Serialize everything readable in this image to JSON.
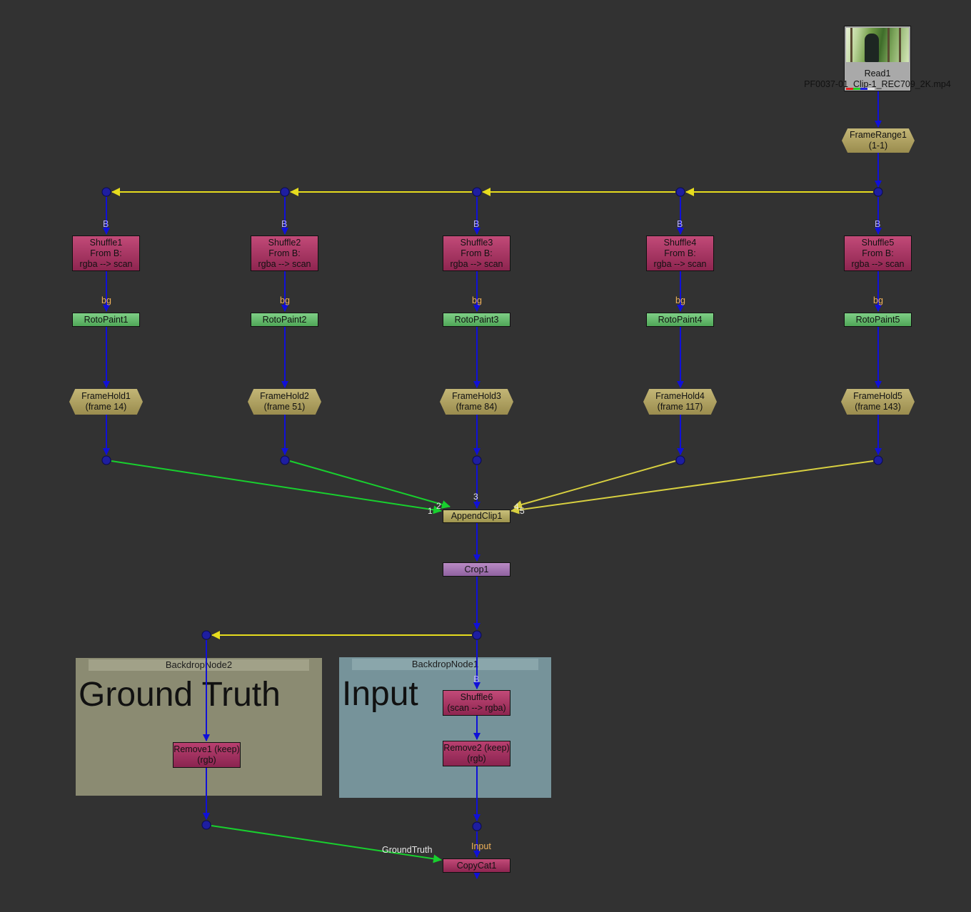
{
  "backdrops": [
    {
      "id": "backdrop-ground-truth",
      "title": "BackdropNode2",
      "label": "Ground Truth",
      "color": "#8c8c72"
    },
    {
      "id": "backdrop-input",
      "title": "BackdropNode1",
      "label": "Input",
      "color": "#76939a"
    }
  ],
  "read": {
    "label": "Read1",
    "file": "PF0037-01_Clip-1_REC709_2K.mp4"
  },
  "frame_range": {
    "label": "FrameRange1",
    "range": "(1-1)"
  },
  "branches": [
    {
      "shuffle": "Shuffle1",
      "from": "From B:",
      "map": "rgba --> scan",
      "roto": "RotoPaint1",
      "hold": "FrameHold1",
      "frame": "(frame 14)",
      "append_input": "1"
    },
    {
      "shuffle": "Shuffle2",
      "from": "From B:",
      "map": "rgba --> scan",
      "roto": "RotoPaint2",
      "hold": "FrameHold2",
      "frame": "(frame 51)",
      "append_input": "2"
    },
    {
      "shuffle": "Shuffle3",
      "from": "From B:",
      "map": "rgba --> scan",
      "roto": "RotoPaint3",
      "hold": "FrameHold3",
      "frame": "(frame 84)",
      "append_input": "3"
    },
    {
      "shuffle": "Shuffle4",
      "from": "From B:",
      "map": "rgba --> scan",
      "roto": "RotoPaint4",
      "hold": "FrameHold4",
      "frame": "(frame 117)",
      "append_input": "4"
    },
    {
      "shuffle": "Shuffle5",
      "from": "From B:",
      "map": "rgba --> scan",
      "roto": "RotoPaint5",
      "hold": "FrameHold5",
      "frame": "(frame 143)",
      "append_input": "5"
    }
  ],
  "pipe_labels": {
    "b": "B",
    "bg": "bg",
    "ground_truth": "GroundTruth",
    "input": "Input"
  },
  "append_clip": {
    "label": "AppendClip1"
  },
  "crop": {
    "label": "Crop1"
  },
  "shuffle6": {
    "label": "Shuffle6",
    "map": "(scan --> rgba)"
  },
  "remove1": {
    "label": "Remove1 (keep)",
    "channels": "(rgb)"
  },
  "remove2": {
    "label": "Remove2 (keep)",
    "channels": "(rgb)"
  },
  "copycat": {
    "label": "CopyCat1"
  },
  "colors": {
    "pipe_main": "#1010d8",
    "pipe_mask": "#e6dc1e",
    "pipe_green": "#18d02e",
    "pipe_yellow_input": "#d8d040",
    "dot": "#1e1ea0"
  }
}
